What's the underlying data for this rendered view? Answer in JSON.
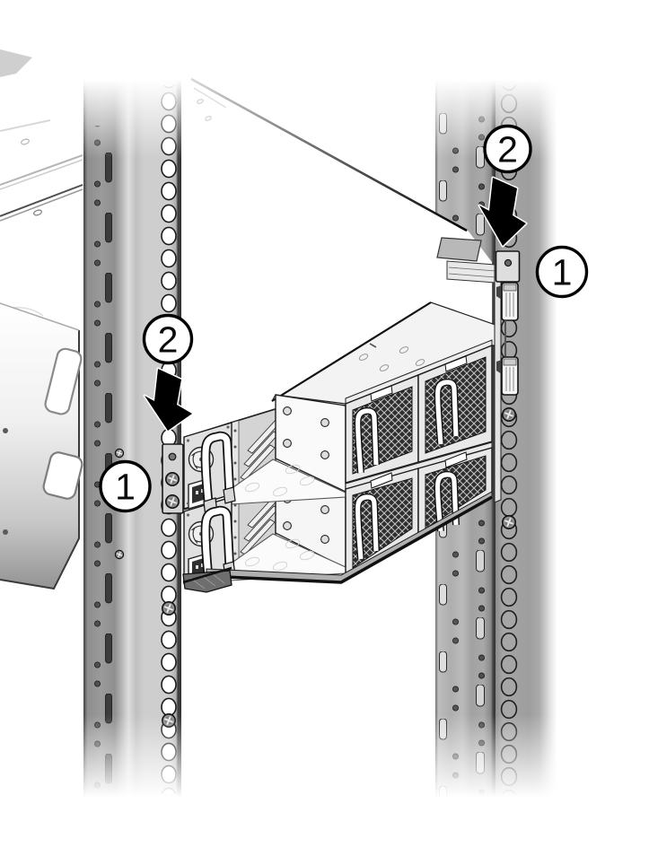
{
  "figure": {
    "callouts": [
      {
        "id": "right-step-2",
        "label": "2"
      },
      {
        "id": "right-step-1",
        "label": "1"
      },
      {
        "id": "left-step-2",
        "label": "2"
      },
      {
        "id": "left-step-1",
        "label": "1"
      }
    ],
    "colors": {
      "background": "#ffffff",
      "arrow": "#000000",
      "callout_border": "#000000",
      "rail_gray": "#a0a0a0"
    }
  }
}
